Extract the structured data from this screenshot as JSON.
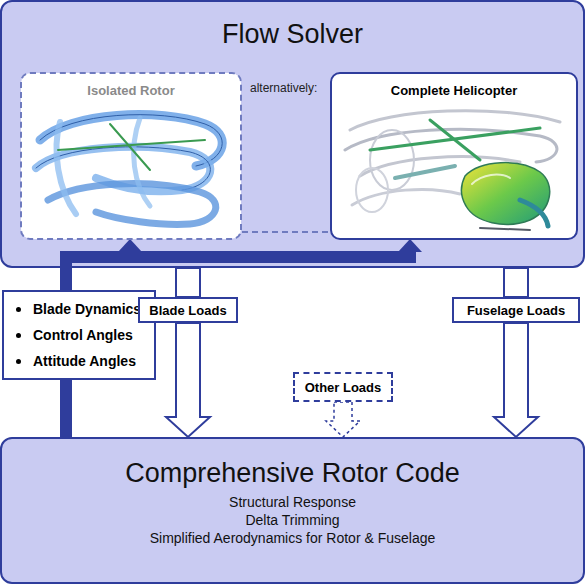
{
  "diagram": {
    "nodes": [
      {
        "text": [
          "Flow Solver"
        ]
      },
      {
        "text": [
          "Isolated Rotor"
        ],
        "in": 0
      },
      {
        "text": [
          "Complete Helicopter"
        ],
        "in": 0
      },
      {
        "text": [
          "Blade Dynamics",
          "Control Angles",
          "Attitude Angles"
        ]
      },
      {
        "text": [
          "Blade Loads"
        ]
      },
      {
        "text": [
          "Fuselage Loads"
        ]
      },
      {
        "text": [
          "Other Loads"
        ]
      },
      {
        "text": [
          "Comprehensive Rotor Code",
          "Structural Response",
          "Delta Trimming",
          "Simplified Aerodynamics for Rotor & Fuselage"
        ]
      }
    ],
    "edges": [
      {
        "from": 7,
        "to": 3,
        "arrow": "none"
      },
      {
        "from": 3,
        "to": 1,
        "arrow": "to"
      },
      {
        "from": 3,
        "to": 2,
        "arrow": "to"
      },
      {
        "from": 0,
        "to": 4,
        "arrow": "none"
      },
      {
        "from": 4,
        "to": 7,
        "arrow": "to"
      },
      {
        "from": 0,
        "to": 5,
        "arrow": "none"
      },
      {
        "from": 5,
        "to": 7,
        "arrow": "to"
      },
      {
        "from": 6,
        "to": 7,
        "arrow": "to"
      },
      {
        "from": 1,
        "to": 2,
        "arrow": "none"
      }
    ],
    "labels": [
      "alternatively:"
    ]
  }
}
